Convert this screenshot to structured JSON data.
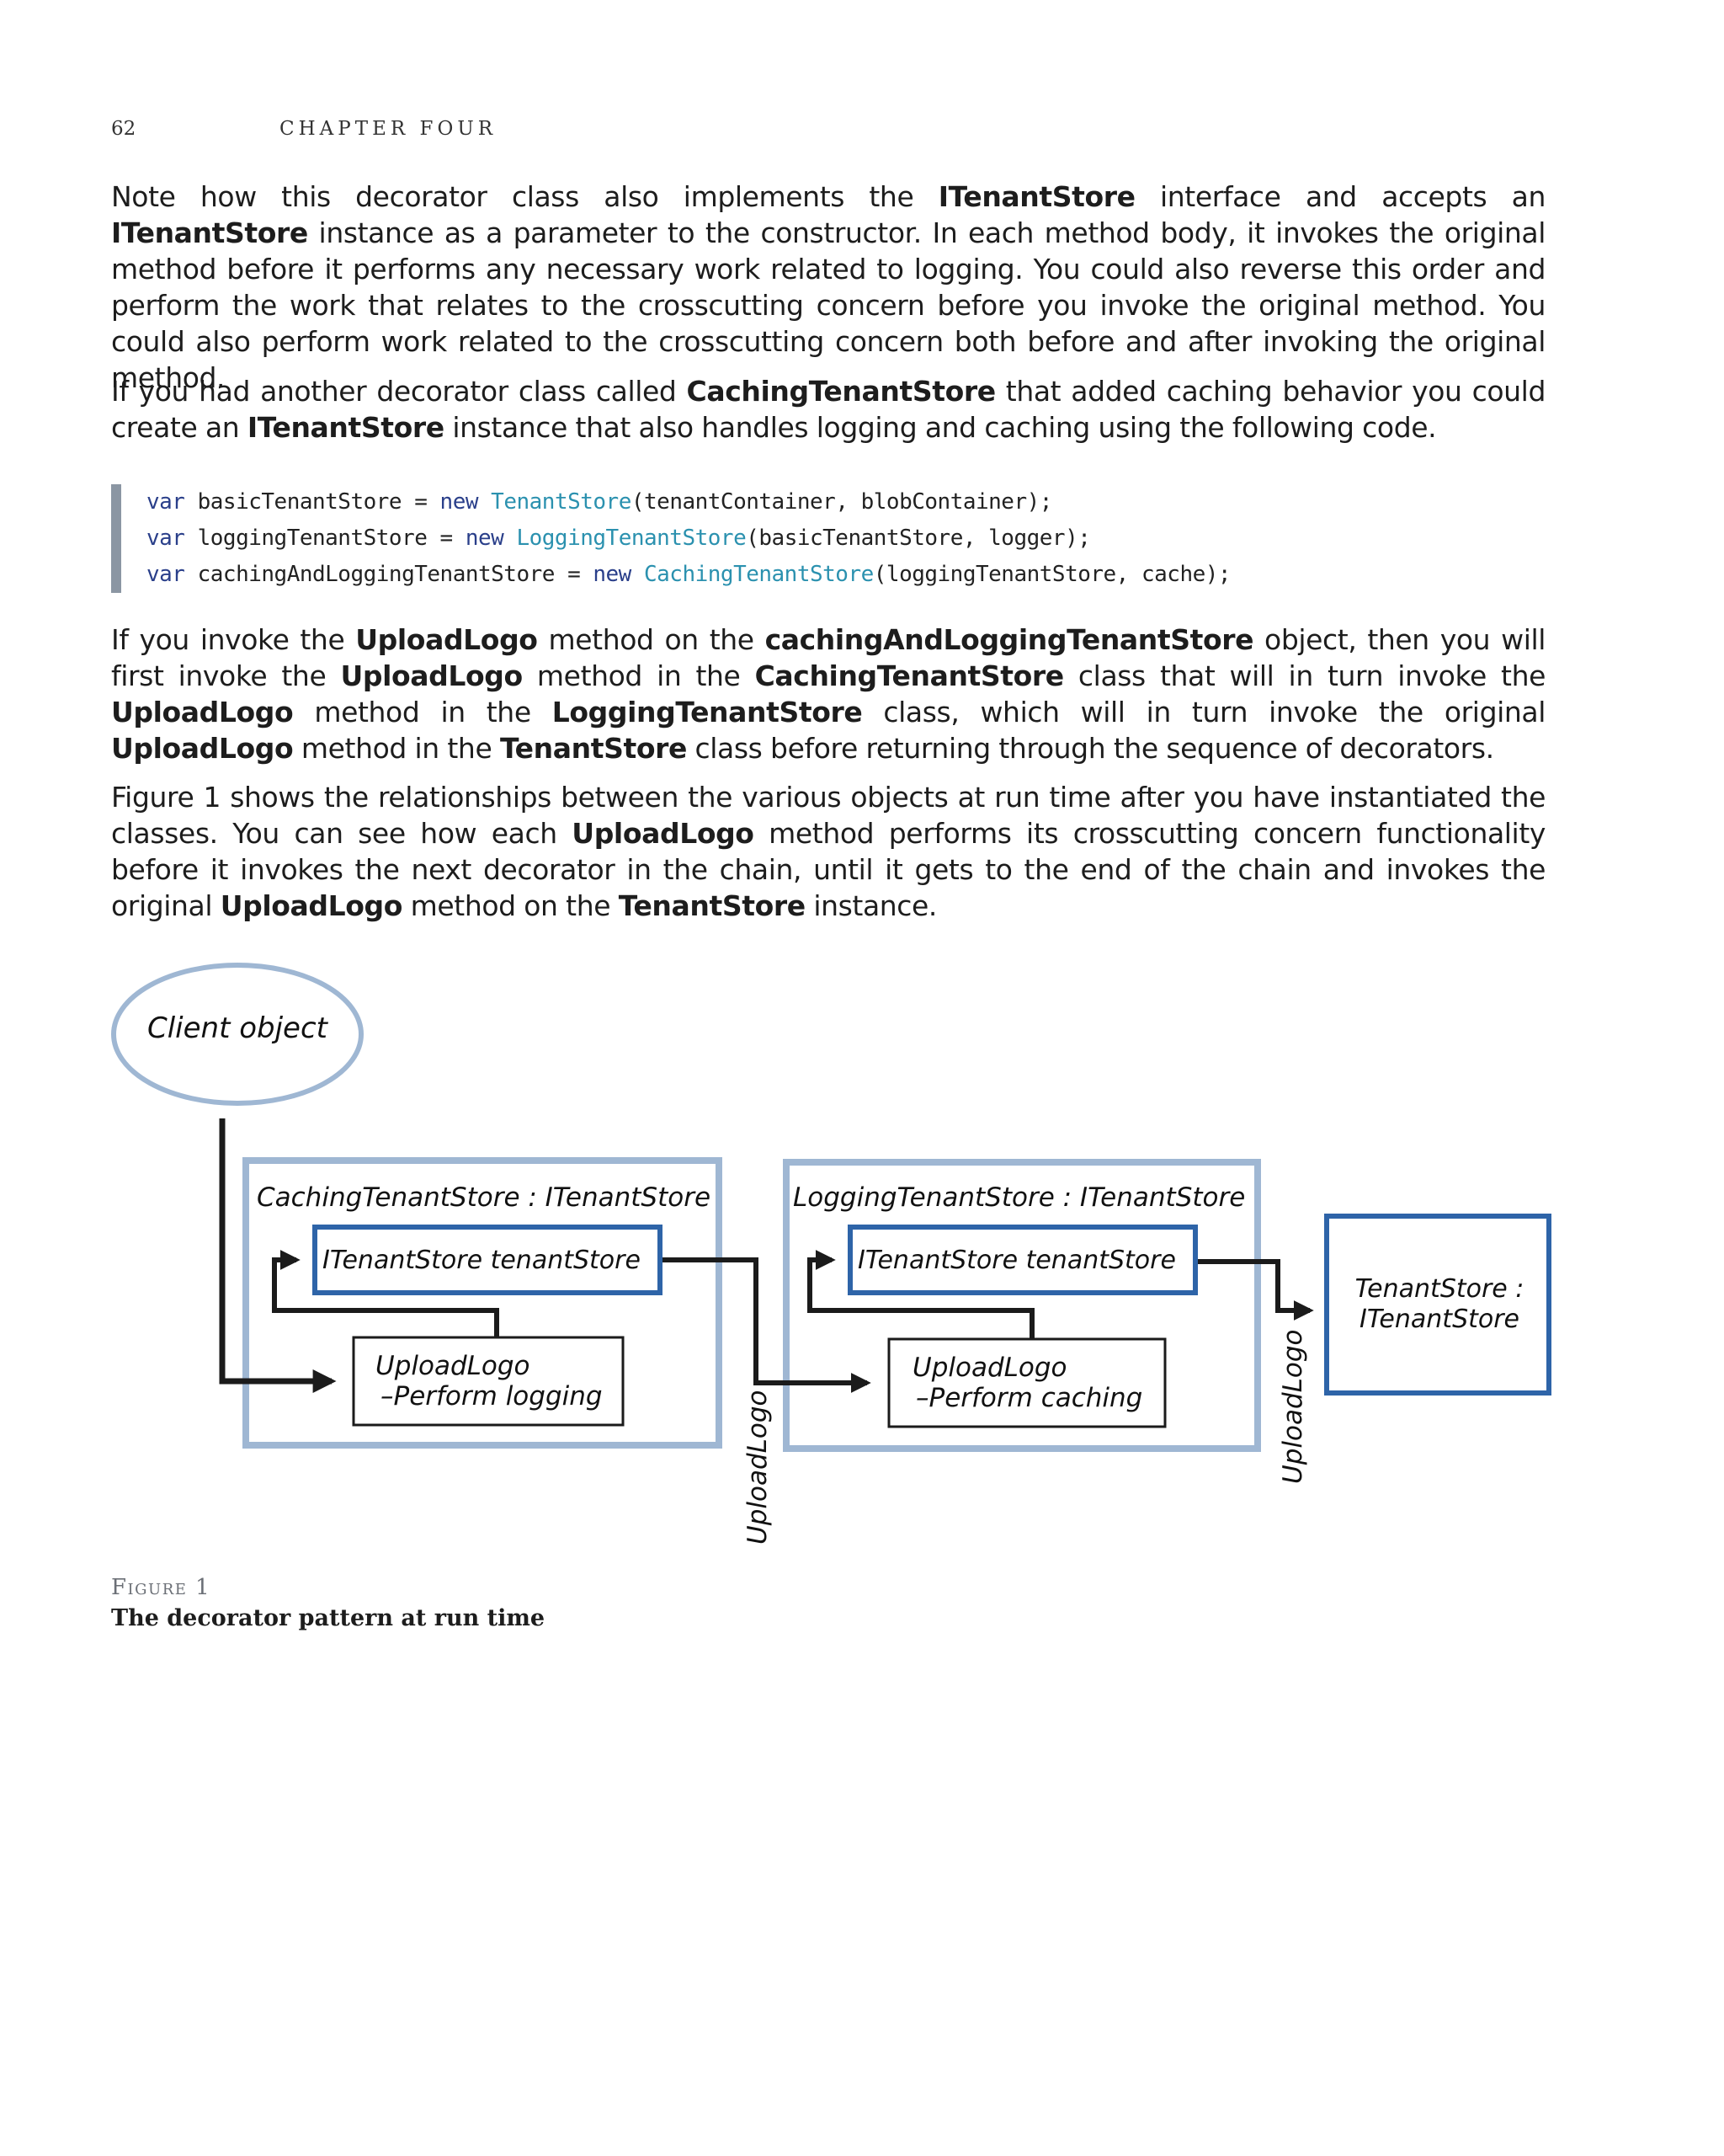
{
  "header": {
    "page_number": "62",
    "chapter": "CHAPTER FOUR"
  },
  "paragraphs": {
    "p1": [
      {
        "t": "Note how this decorator class also implements the "
      },
      {
        "t": "ITenantStore",
        "b": true
      },
      {
        "t": " interface and accepts an "
      },
      {
        "t": "ITenantStore",
        "b": true
      },
      {
        "t": " in­stance as a parameter to the constructor. In each method body, it invokes the original method before it performs any necessary work related to logging. You could also reverse this order and perform the work that relates to the crosscutting concern before you invoke the original method. You could also perform work related to the crosscutting concern both before and after invoking the original method."
      }
    ],
    "p2": [
      {
        "t": "If you had another decorator class called "
      },
      {
        "t": "CachingTenantStore",
        "b": true
      },
      {
        "t": " that added caching behavior you could create an "
      },
      {
        "t": "ITenantStore",
        "b": true
      },
      {
        "t": " instance that also handles logging and caching using the following code."
      }
    ],
    "p3": [
      {
        "t": "If you invoke the "
      },
      {
        "t": "UploadLogo",
        "b": true
      },
      {
        "t": " method on the "
      },
      {
        "t": "cachingAndLoggingTenantStore",
        "b": true
      },
      {
        "t": " object, then you will first in­voke the "
      },
      {
        "t": "UploadLogo",
        "b": true
      },
      {
        "t": " method in the "
      },
      {
        "t": "CachingTenantStore",
        "b": true
      },
      {
        "t": " class that will in turn invoke the "
      },
      {
        "t": "UploadLogo",
        "b": true
      },
      {
        "t": " method in the "
      },
      {
        "t": "LoggingTenantStore",
        "b": true
      },
      {
        "t": " class, which will in turn invoke the original "
      },
      {
        "t": "UploadLogo",
        "b": true
      },
      {
        "t": " method in the "
      },
      {
        "t": "TenantStore",
        "b": true
      },
      {
        "t": " class before returning through the sequence of decorators."
      }
    ],
    "p4": [
      {
        "t": "Figure 1 shows the relationships between the various objects at run time after you have instantiated the classes. You can see how each "
      },
      {
        "t": "UploadLogo",
        "b": true
      },
      {
        "t": " method performs its crosscutting concern functionality before it invokes the next decorator in the chain, until it gets to the end of the chain and invokes the original "
      },
      {
        "t": "Upload­Logo",
        "b": true
      },
      {
        "t": " method on the "
      },
      {
        "t": "TenantStore",
        "b": true
      },
      {
        "t": " instance."
      }
    ]
  },
  "code": {
    "lines": [
      [
        {
          "t": "var",
          "c": "kw"
        },
        {
          "t": " basicTenantStore = "
        },
        {
          "t": "new",
          "c": "kw"
        },
        {
          "t": " "
        },
        {
          "t": "TenantStore",
          "c": "ty"
        },
        {
          "t": "(tenantContainer, blobContainer);"
        }
      ],
      [
        {
          "t": "var",
          "c": "kw"
        },
        {
          "t": " loggingTenantStore = "
        },
        {
          "t": "new",
          "c": "kw"
        },
        {
          "t": " "
        },
        {
          "t": "LoggingTenantStore",
          "c": "ty"
        },
        {
          "t": "(basicTenantStore, logger);"
        }
      ],
      [
        {
          "t": "var",
          "c": "kw"
        },
        {
          "t": " cachingAndLoggingTenantStore = "
        },
        {
          "t": "new",
          "c": "kw"
        },
        {
          "t": " "
        },
        {
          "t": "CachingTenantStore",
          "c": "ty"
        },
        {
          "t": "(loggingTenantStore, cache);"
        }
      ]
    ]
  },
  "diagram": {
    "client": "Client object",
    "caching_title": "CachingTenantStore : ITenantStore",
    "caching_field": "ITenantStore tenantStore",
    "caching_method_1": "UploadLogo",
    "caching_method_2": "–Perform logging",
    "logging_title": "LoggingTenantStore : ITenantStore",
    "logging_field": "ITenantStore tenantStore",
    "logging_method_1": "UploadLogo",
    "logging_method_2": "–Perform caching",
    "tenant_line_1": "TenantStore :",
    "tenant_line_2": "ITenantStore",
    "call_label_1": "UploadLogo",
    "call_label_2": "UploadLogo",
    "colors": {
      "light_blue": "#9fb7d3",
      "dark_blue": "#2e64a8",
      "ink": "#1b1b1b"
    }
  },
  "caption": {
    "label": "Figure 1",
    "text": "The decorator pattern at run time"
  }
}
